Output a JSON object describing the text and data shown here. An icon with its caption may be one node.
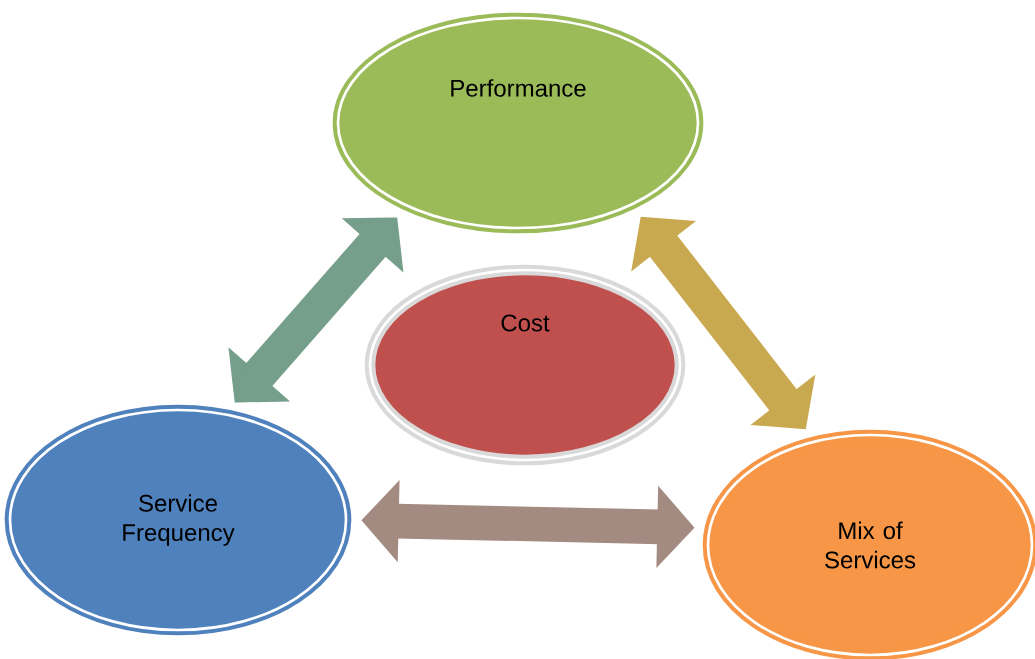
{
  "diagram": {
    "nodes": [
      {
        "text": [
          "Performance"
        ]
      },
      {
        "text": [
          "Cost"
        ]
      },
      {
        "text": [
          "Service Frequency"
        ]
      },
      {
        "text": [
          "Mix of Services"
        ]
      }
    ],
    "edges": [
      {
        "from": 0,
        "to": 2,
        "arrow": "both"
      },
      {
        "from": 0,
        "to": 3,
        "arrow": "both"
      },
      {
        "from": 2,
        "to": 3,
        "arrow": "both"
      }
    ]
  }
}
